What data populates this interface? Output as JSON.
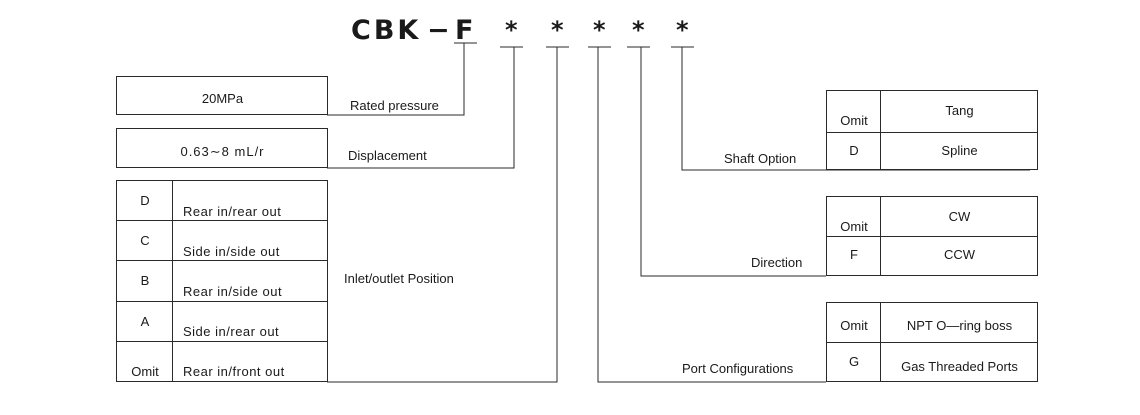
{
  "code": {
    "prefix": "CBK",
    "dash": "−",
    "letter": "F",
    "stars": [
      "*",
      "*",
      "*",
      "*",
      "*"
    ]
  },
  "pressure": {
    "value": "20MPa",
    "label": "Rated pressure"
  },
  "displacement": {
    "value": "0.63∼8 mL/r",
    "label": "Displacement"
  },
  "inlet_outlet": {
    "label": "Inlet/outlet Position",
    "rows": [
      {
        "code": "D",
        "desc": "Rear in/rear out"
      },
      {
        "code": "C",
        "desc": "Side in/side out"
      },
      {
        "code": "B",
        "desc": "Rear in/side out"
      },
      {
        "code": "A",
        "desc": "Side in/rear out"
      },
      {
        "code": "Omit",
        "desc": "Rear in/front out"
      }
    ]
  },
  "shaft": {
    "label": "Shaft Option",
    "rows": [
      {
        "code": "Omit",
        "desc": "Tang"
      },
      {
        "code": "D",
        "desc": "Spline"
      }
    ]
  },
  "direction": {
    "label": "Direction",
    "rows": [
      {
        "code": "Omit",
        "desc": "CW"
      },
      {
        "code": "F",
        "desc": "CCW"
      }
    ]
  },
  "port": {
    "label": "Port Configurations",
    "rows": [
      {
        "code": "Omit",
        "desc": "NPT O—ring boss"
      },
      {
        "code": "G",
        "desc": "Gas Threaded Ports"
      }
    ]
  }
}
